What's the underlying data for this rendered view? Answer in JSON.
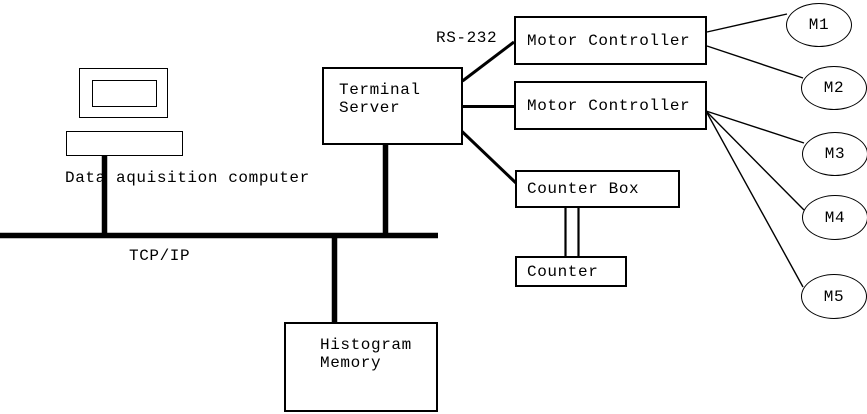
{
  "colors": {
    "ink": "#000000",
    "paper": "#ffffff"
  },
  "labels": {
    "computer_caption": "Data aquisition computer",
    "bus": "TCP/IP",
    "serial_link": "RS-232"
  },
  "nodes": {
    "terminal_server": "Terminal Server",
    "motor_controller_1": "Motor Controller",
    "motor_controller_2": "Motor Controller",
    "counter_box": "Counter Box",
    "counter": "Counter",
    "histogram_memory": "Histogram Memory",
    "motors": [
      "M1",
      "M2",
      "M3",
      "M4",
      "M5"
    ]
  },
  "connections": [
    {
      "from": "Data aquisition computer",
      "to": "TCP/IP bus"
    },
    {
      "from": "Terminal Server",
      "to": "TCP/IP bus"
    },
    {
      "from": "TCP/IP bus",
      "to": "Histogram Memory"
    },
    {
      "from": "Terminal Server",
      "to": "Motor Controller 1",
      "via": "RS-232"
    },
    {
      "from": "Terminal Server",
      "to": "Motor Controller 2"
    },
    {
      "from": "Terminal Server",
      "to": "Counter Box"
    },
    {
      "from": "Counter Box",
      "to": "Counter",
      "style": "double-line"
    },
    {
      "from": "Motor Controller 1",
      "to": "M1"
    },
    {
      "from": "Motor Controller 1",
      "to": "M2"
    },
    {
      "from": "Motor Controller 2",
      "to": "M3"
    },
    {
      "from": "Motor Controller 2",
      "to": "M4"
    },
    {
      "from": "Motor Controller 2",
      "to": "M5"
    }
  ]
}
